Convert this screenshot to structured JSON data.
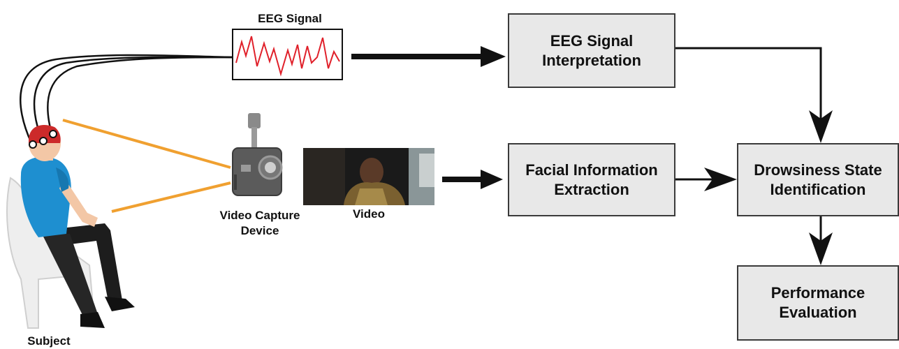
{
  "labels": {
    "eeg_signal": "EEG Signal",
    "video_capture_device": "Video Capture\nDevice",
    "video": "Video",
    "subject": "Subject"
  },
  "boxes": {
    "eeg_interpretation": "EEG Signal\nInterpretation",
    "facial_extraction": "Facial Information\nExtraction",
    "drowsiness_identification": "Drowsiness State\nIdentification",
    "performance_evaluation": "Performance\nEvaluation"
  },
  "colors": {
    "box_fill": "#e8e8e8",
    "box_border": "#3a3a3a",
    "eeg_wave": "#e0202a",
    "camera_lines": "#f0a030",
    "arrows": "#111111"
  }
}
